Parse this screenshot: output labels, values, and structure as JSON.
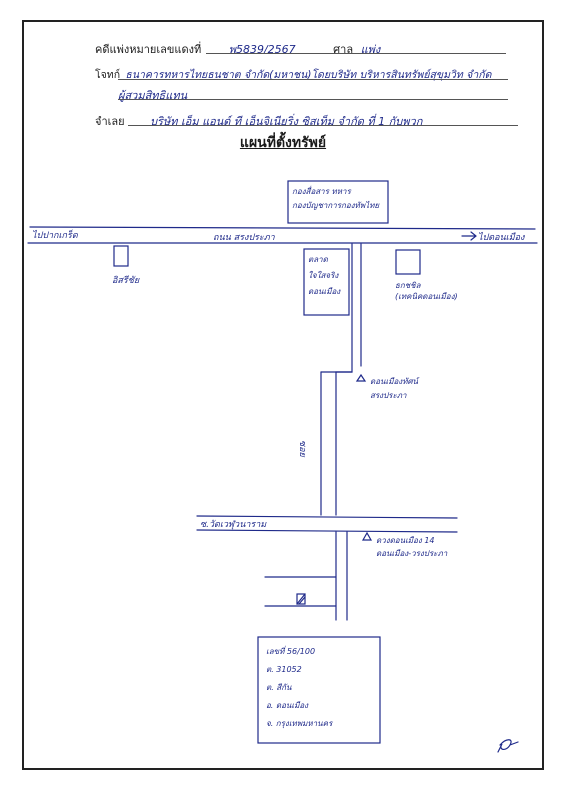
{
  "case": {
    "label": "คดีแพ่งหมายเลขแดงที่",
    "number": "พ5839/2567",
    "court_label": "ศาล",
    "court": "แพ่ง"
  },
  "plaintiff": {
    "label": "โจทก์",
    "name": "ธนาคารทหารไทยธนชาต จำกัด(มหาชน)โดยบริษัท บริหารสินทรัพย์สุขุมวิท จำกัด",
    "name_line2": "ผู้สวมสิทธิแทน"
  },
  "defendant": {
    "label": "จำเลย",
    "name": "บริษัท เอ็ม แอนด์ ที เอ็นจิเนียริ่ง ซิสเท็ม จำกัด ที่ 1 กับพวก"
  },
  "title": "แผนที่ตั้งทรัพย์",
  "map": {
    "west_label": "ไปปากเกร็ด",
    "east_label": "ไปดอนเมือง",
    "main_road": "ถนน สรงประภา",
    "top_building": "กองสื่อสาร ทหาร\nกองบัญชาการกองทัพไทย",
    "left_landmark": "อิสรีชัย",
    "market": "ตลาด\nใจใสจริง\nดอนเมือง",
    "right_landmark": "ธกชชิล\n(เทคนิคดอนเมือง)",
    "temple": "ดอนเมืองทัศน์\nสรงประภา",
    "soi_label": "ซอย",
    "side_road": "ซ.วัดเวฬุวนาราม",
    "office": "ดวงดอนเมือง 14\nดอนเมือง-วรงประภา",
    "address": "เลขที่ 56/100\nต. 31052\nต. สีกัน\nอ. ดอนเมือง\nจ. กรุงเทพมหานคร"
  },
  "colors": {
    "ink": "#1f2a8a",
    "print": "#1a1a1a"
  }
}
